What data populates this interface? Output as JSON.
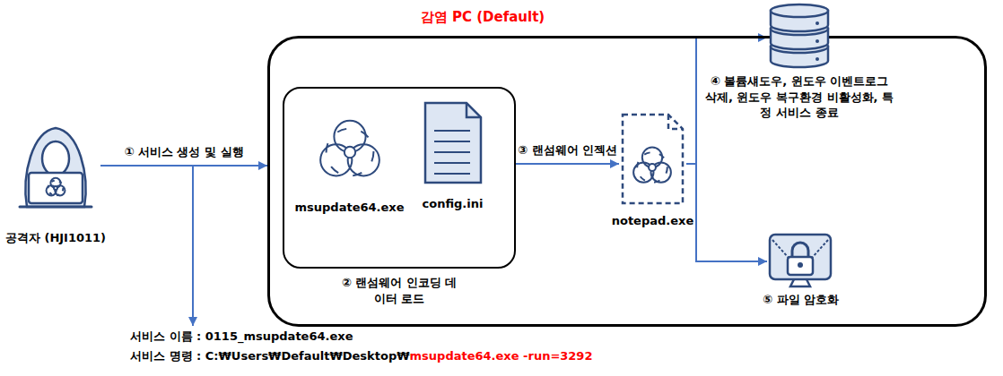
{
  "diagram": {
    "nodes": [
      {
        "text": [
          "공격자 (HJI1011)"
        ]
      },
      {
        "text": [
          "감염 PC (Default)"
        ]
      },
      {
        "text": [
          "② 랜섬웨어 인코딩 데이터 로드"
        ],
        "in": 1
      },
      {
        "text": [
          "msupdate64.exe"
        ],
        "in": 2
      },
      {
        "text": [
          "config.ini"
        ],
        "in": 2
      },
      {
        "text": [
          "notepad.exe"
        ],
        "in": 1
      },
      {
        "text": [
          "④ 볼륨섀도우, 윈도우 이벤트로그 삭제, 윈도우 복구환경 비활성화, 특정 서비스 종료"
        ],
        "in": 1
      },
      {
        "text": [
          "⑤ 파일 암호화"
        ],
        "in": 1
      }
    ],
    "edges": [
      {
        "from": 0,
        "to": 1,
        "arrow": "to",
        "label": "① 서비스 생성 및 실행"
      },
      {
        "from": 2,
        "to": 5,
        "arrow": "to",
        "label": "③ 랜섬웨어 인젝션"
      },
      {
        "from": 5,
        "to": 6,
        "arrow": "to"
      },
      {
        "from": 5,
        "to": 7,
        "arrow": "to"
      }
    ],
    "labels": [
      "서비스 이름 : 0115_msupdate64.exe",
      "서비스 명령 : C:₩Users₩Default₩Desktop₩",
      "msupdate64.exe -run=3292"
    ]
  }
}
